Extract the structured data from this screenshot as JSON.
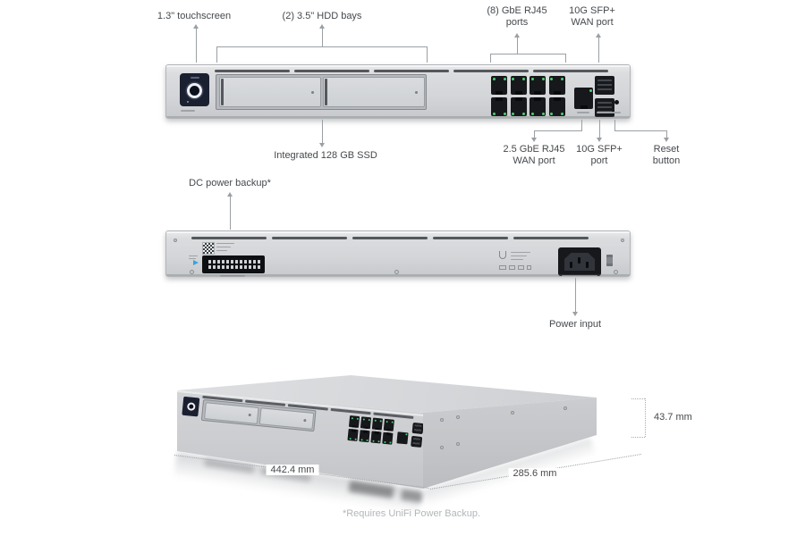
{
  "front_view": {
    "top_callouts": [
      {
        "id": "touchscreen",
        "text": "1.3\" touchscreen"
      },
      {
        "id": "hdd-bays",
        "text": "(2) 3.5\" HDD bays"
      },
      {
        "id": "lan-ports",
        "text": "(8) GbE RJ45\nports"
      },
      {
        "id": "sfp-wan",
        "text": "10G SFP+\nWAN port"
      }
    ],
    "bottom_callouts": [
      {
        "id": "ssd",
        "text": "Integrated 128 GB SSD"
      },
      {
        "id": "wan-rj45",
        "text": "2.5 GbE RJ45\nWAN port"
      },
      {
        "id": "sfp-lan",
        "text": "10G SFP+\nport"
      },
      {
        "id": "reset",
        "text": "Reset\nbutton"
      }
    ],
    "ports": {
      "lan_rows": 2,
      "lan_cols": 4,
      "sfp_slots": 2
    }
  },
  "rear_view": {
    "callouts": {
      "dc_backup": "DC power backup*",
      "power_input": "Power input"
    },
    "dc_connector": {
      "pin_rows": 2,
      "pin_cols": 12
    }
  },
  "dimensions_view": {
    "width_label": "442.4 mm",
    "depth_label": "285.6 mm",
    "height_label": "43.7 mm"
  },
  "footnote": "*Requires UniFi Power Backup.",
  "colors": {
    "chassis": "#d3d5d8",
    "screen": "#1b2031",
    "led_green": "#4cd173",
    "accent_blue": "#36a3e2",
    "leader_line": "#9aa0a4",
    "label_text": "#45494d",
    "footnote_text": "#b3b6b9"
  }
}
